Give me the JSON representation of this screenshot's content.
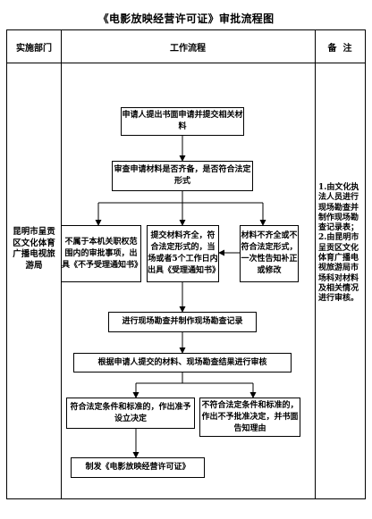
{
  "title": "《电影放映经营许可证》审批流程图",
  "headers": {
    "dept": "实施部门",
    "flow": "工作流程",
    "note": "备  注"
  },
  "dept_text": "昆明市呈贡区文化体育广播电视旅游局",
  "note_text": "1.由文化执法人员进行现场勘查并制作现场勘查记录表；2.由昆明市呈贡区文化体育广播电视旅游局市场科对材料及相关情况进行审核。",
  "steps": {
    "s1": "申请人提出书面申请并提交相关材料",
    "s2": "审查申请材料是否齐备，是否符合法定形式",
    "s3_left": "不属于本机关职权范围内的审批事项，出具《不予受理通知书》",
    "s3_mid": "提交材料齐全，符合法定形式的，当场或者5个工作日内出具《受理通知书》",
    "s3_right": "材料不齐全或不符合法定形式，一次性告知补正或修改",
    "s4": "进行现场勘查并制作现场勘查记录",
    "s5": "根据申请人提交的材料、现场勘查结果进行审核",
    "s6_left": "符合法定条件和标准的，作出准予设立决定",
    "s6_right": "不符合法定条件和标准的，作出不予批准决定，并书面告知理由",
    "s7": "制发《电影放映经营许可证》"
  }
}
